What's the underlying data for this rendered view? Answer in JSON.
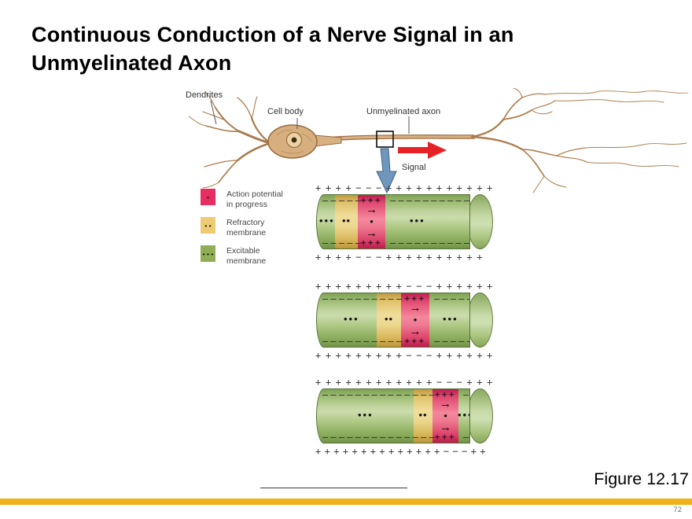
{
  "slide": {
    "title_line1": "Continuous Conduction of a Nerve Signal in an",
    "title_line2": "Unmyelinated Axon",
    "figure_caption": "Figure 12.17",
    "page_number": "72",
    "accent_color": "#F0B219"
  },
  "neuron": {
    "labels": {
      "dendrites": "Dendrites",
      "cell_body": "Cell body",
      "axon": "Unmyelinated axon",
      "signal": "Signal"
    }
  },
  "legend": {
    "items": [
      {
        "line1": "Action potential",
        "line2": "in progress",
        "dots": "•",
        "color": "#E62E63"
      },
      {
        "line1": "Refractory",
        "line2": "membrane",
        "dots": "• •",
        "color": "#ECCB72"
      },
      {
        "line1": "Excitable",
        "line2": "membrane",
        "dots": "• • •",
        "color": "#8FAE55"
      }
    ]
  },
  "cylinders": [
    {
      "outer_top": "++++−−−+++++++++++",
      "outer_bottom": "++++−−−++++++++++",
      "dash_left": "–––––",
      "dash_right": "–––––––––––",
      "inner_plus_top": "+++",
      "inner_plus_bottom": "+++",
      "arrow": "→",
      "dots_left": "•••",
      "dots_yellow": "••",
      "dots_pink": "•",
      "dots_right": "•••"
    },
    {
      "outer_top": "+++++++++−−−++++++",
      "outer_bottom": "+++++++++−−−++++++",
      "dash_left": "––––––––––",
      "dash_right": "–––––",
      "inner_plus_top": "+++",
      "inner_plus_bottom": "+++",
      "arrow": "→",
      "dots_left": "•••",
      "dots_yellow": "••",
      "dots_pink": "•",
      "dots_right": "•••"
    },
    {
      "outer_top": "++++++++++++−−−+++",
      "outer_bottom": "++++++++++++++−−−++",
      "dash_left": "––––––––––––––",
      "dash_right": "––",
      "inner_plus_top": "+++",
      "inner_plus_bottom": "+++",
      "arrow": "→",
      "dots_left": "•••",
      "dots_yellow": "••",
      "dots_pink": "•",
      "dots_right": "•••"
    }
  ]
}
